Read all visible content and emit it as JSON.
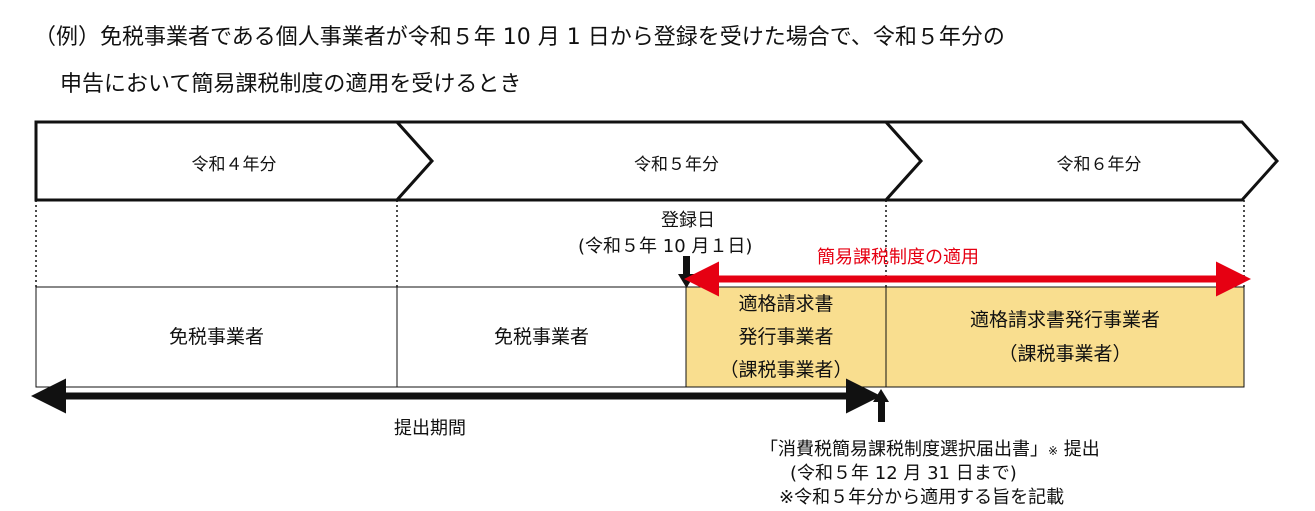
{
  "intro": {
    "line1": "（例）免税事業者である個人事業者が令和５年 10 月 1 日から登録を受けた場合で、令和５年分の",
    "line2": "申告において簡易課税制度の適用を受けるとき"
  },
  "years": [
    "令和４年分",
    "令和５年分",
    "令和６年分"
  ],
  "registration": {
    "title": "登録日",
    "date": "(令和５年 10 月１日)"
  },
  "simplified_tax_label": "簡易課税制度の適用",
  "boxes": {
    "exempt_2022": "免税事業者",
    "exempt_2023": "免税事業者",
    "qualified_issuer_2023": [
      "適格請求書",
      "発行事業者",
      "（課税事業者）"
    ],
    "qualified_issuer_2024": [
      "適格請求書発行事業者",
      "（課税事業者）"
    ]
  },
  "submission_period_label": "提出期間",
  "filing_note": {
    "line1_main": "「消費税簡易課税制度選択届出書」",
    "line1_mark": "※",
    "line1_end": " 提出",
    "line2": "(令和５年 12 月 31 日まで)",
    "line3": "※令和５年分から適用する旨を記載"
  },
  "colors": {
    "highlight_fill": "#f9de8f",
    "red_arrow": "#e60012",
    "black": "#111111"
  }
}
